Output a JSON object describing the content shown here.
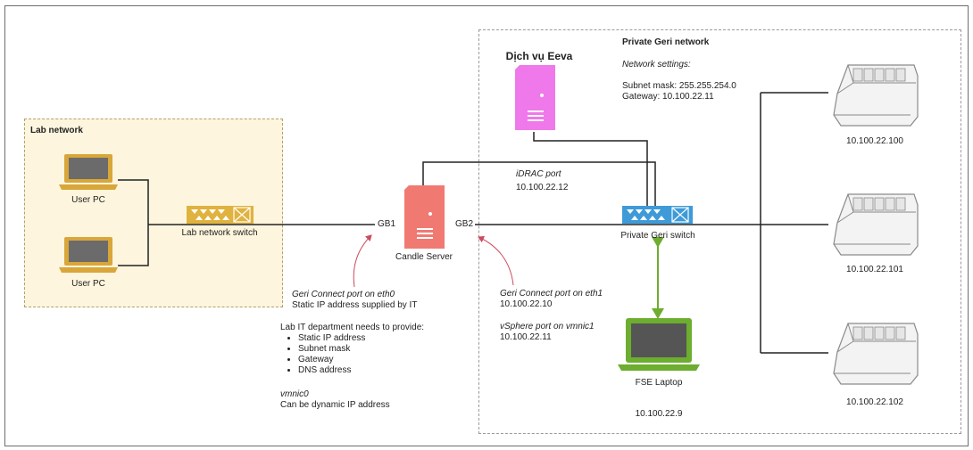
{
  "lab_network": {
    "title": "Lab network",
    "user_pc_1": "User PC",
    "user_pc_2": "User PC",
    "switch_label": "Lab network switch"
  },
  "candle_server": {
    "label": "Candle Server",
    "gb1": "GB1",
    "gb2": "GB2"
  },
  "eeva": {
    "label": "Dịch vụ Eeva"
  },
  "idrac": {
    "title": "iDRAC port",
    "ip": "10.100.22.12"
  },
  "eth0_note": {
    "title": "Geri Connect port on eth0",
    "text": "Static IP address supplied by IT"
  },
  "it_requirements": {
    "intro": "Lab IT department needs to provide:",
    "items": [
      "Static IP address",
      "Subnet mask",
      "Gateway",
      "DNS address"
    ]
  },
  "vmnic0": {
    "title": "vmnic0",
    "text": "Can be dynamic IP address"
  },
  "eth1_note": {
    "title": "Geri Connect port on eth1",
    "ip": "10.100.22.10"
  },
  "vsphere_note": {
    "title": "vSphere port on vmnic1",
    "ip": "10.100.22.11"
  },
  "private_network": {
    "title": "Private Geri network",
    "settings_title": "Network settings:",
    "subnet": "Subnet mask: 255.255.254.0",
    "gateway": "Gateway: 10.100.22.11",
    "switch_label": "Private Geri switch"
  },
  "fse_laptop": {
    "label": "FSE Laptop",
    "ip": "10.100.22.9"
  },
  "geri_devices": [
    {
      "ip": "10.100.22.100"
    },
    {
      "ip": "10.100.22.101"
    },
    {
      "ip": "10.100.22.102"
    }
  ],
  "colors": {
    "lab_fill": "#fdf5dd",
    "laptop_gold": "#d9a63a",
    "switch_gold": "#e0b23e",
    "server_red": "#f07a72",
    "eeva_pink": "#ef79ea",
    "switch_blue": "#3f9bd8",
    "laptop_green": "#6dad2f",
    "annotation_red": "#cc4a5e"
  }
}
